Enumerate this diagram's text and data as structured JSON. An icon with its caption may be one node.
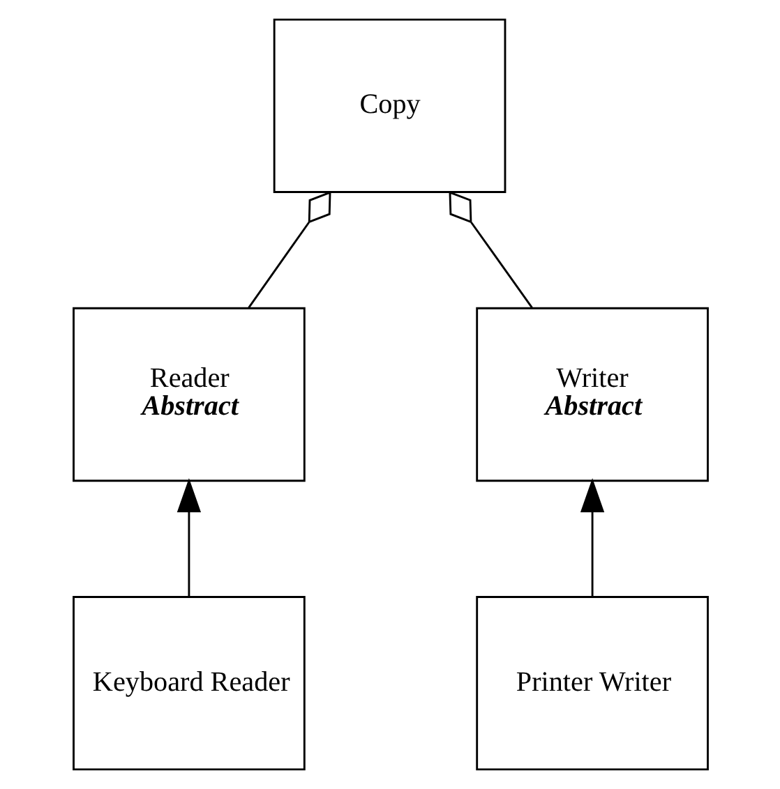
{
  "diagram": {
    "nodes": [
      {
        "text": [
          "Copy"
        ]
      },
      {
        "text": [
          "Reader",
          "Abstract"
        ]
      },
      {
        "text": [
          "Writer",
          "Abstract"
        ]
      },
      {
        "text": [
          "Keyboard Reader"
        ]
      },
      {
        "text": [
          "Printer Writer"
        ]
      }
    ],
    "edges": [
      {
        "from": 0,
        "to": 1,
        "arrow": "other"
      },
      {
        "from": 0,
        "to": 2,
        "arrow": "other"
      },
      {
        "from": 3,
        "to": 1,
        "arrow": "to"
      },
      {
        "from": 4,
        "to": 2,
        "arrow": "to"
      }
    ]
  }
}
